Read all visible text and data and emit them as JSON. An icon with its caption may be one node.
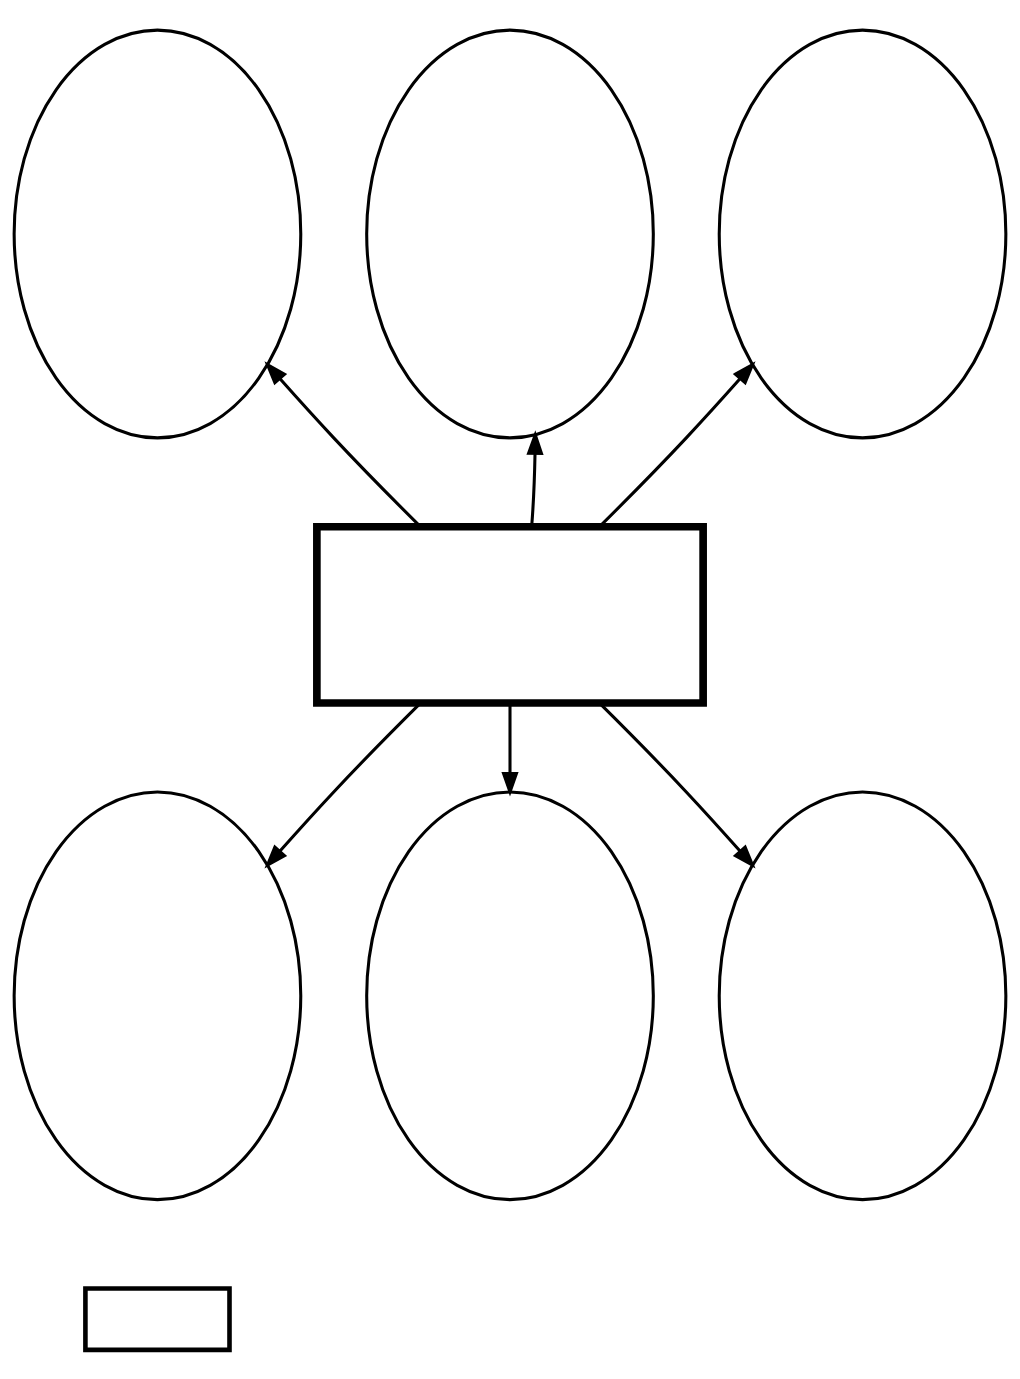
{
  "diagram": {
    "nodes": [
      {
        "text": [],
        "shape": "ellipse"
      },
      {
        "text": [],
        "shape": "ellipse"
      },
      {
        "text": [],
        "shape": "ellipse"
      },
      {
        "text": [],
        "shape": "box"
      },
      {
        "text": [],
        "shape": "ellipse"
      },
      {
        "text": [],
        "shape": "ellipse"
      },
      {
        "text": [],
        "shape": "ellipse"
      },
      {
        "text": [],
        "shape": "box"
      }
    ],
    "edges": [
      {
        "from": 3,
        "to": 0,
        "arrow": "to"
      },
      {
        "from": 3,
        "to": 1,
        "arrow": "to"
      },
      {
        "from": 3,
        "to": 2,
        "arrow": "to"
      },
      {
        "from": 3,
        "to": 4,
        "arrow": "to"
      },
      {
        "from": 3,
        "to": 5,
        "arrow": "to"
      },
      {
        "from": 3,
        "to": 6,
        "arrow": "to"
      }
    ]
  }
}
